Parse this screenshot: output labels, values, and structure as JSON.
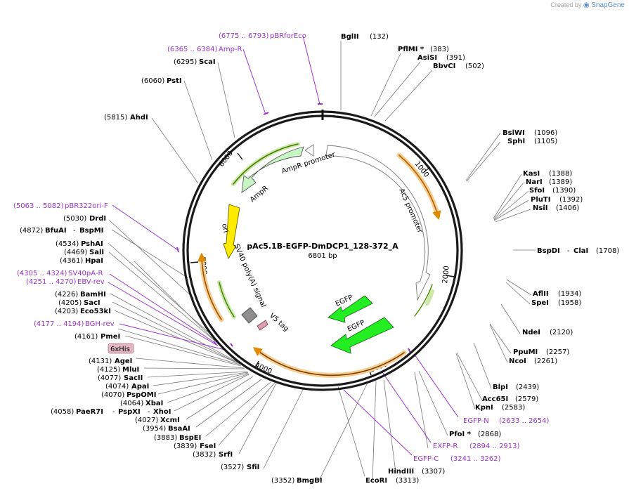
{
  "brand": {
    "prefix": "Created by",
    "name": "SnapGene"
  },
  "plasmid": {
    "name": "pAc5.1B-EGFP-DmDCP1_128-372_A",
    "length_label": "6801 bp"
  },
  "ticks": [
    "1000",
    "2000",
    "3000",
    "4000",
    "5000",
    "6000"
  ],
  "features": {
    "ampr_promoter": "AmpR promoter",
    "ac5_promoter": "Ac5 promoter",
    "ampr": "AmpR",
    "ori": "ori",
    "sv40": "SV40 poly(A) signal",
    "v5": "V5 tag",
    "egfp1": "EGFP",
    "egfp2": "EGFP"
  },
  "labels": {
    "bglii": {
      "name": "BglII",
      "pos": "(132)"
    },
    "pfimi": {
      "name": "PflMI *",
      "pos": "(383)"
    },
    "asisi": {
      "name": "AsiSI",
      "pos": "(391)"
    },
    "bbvci": {
      "name": "BbvCI",
      "pos": "(502)"
    },
    "bsiwi": {
      "name": "BsiWI",
      "pos": "(1096)"
    },
    "sphi": {
      "name": "SphI",
      "pos": "(1105)"
    },
    "kasi": {
      "name": "KasI",
      "pos": "(1388)"
    },
    "nari": {
      "name": "NarI",
      "pos": "(1389)"
    },
    "sfoi": {
      "name": "SfoI",
      "pos": "(1390)"
    },
    "pluti": {
      "name": "PluTI",
      "pos": "(1392)"
    },
    "nsii": {
      "name": "NsiI",
      "pos": "(1406)"
    },
    "bspdi": {
      "name": "BspDI",
      "sep": "-",
      "name2": "ClaI",
      "pos": "(1708)"
    },
    "aflii": {
      "name": "AflII",
      "pos": "(1934)"
    },
    "spei": {
      "name": "SpeI",
      "pos": "(1958)"
    },
    "ndei": {
      "name": "NdeI",
      "pos": "(2120)"
    },
    "ppumi": {
      "name": "PpuMI",
      "pos": "(2257)"
    },
    "ncoi": {
      "name": "NcoI",
      "pos": "(2261)"
    },
    "blpi": {
      "name": "BlpI",
      "pos": "(2439)"
    },
    "acc65i": {
      "name": "Acc65I",
      "pos": "(2579)"
    },
    "kpni": {
      "name": "KpnI",
      "pos": "(2583)"
    },
    "egfpn": {
      "name": "EGFP-N",
      "pos": "(2633 .. 2654)"
    },
    "pfoi": {
      "name": "PfoI *",
      "pos": "(2868)"
    },
    "exfpr": {
      "name": "EXFP-R",
      "pos": "(2894 .. 2913)"
    },
    "egfpc": {
      "name": "EGFP-C",
      "pos": "(3241 .. 3262)"
    },
    "hindiii": {
      "name": "HindIII",
      "pos": "(3307)"
    },
    "ecori": {
      "name": "EcoRI",
      "pos": "(3313)"
    },
    "bmgbi": {
      "name": "BmgBI",
      "pos": "(3352)"
    },
    "sfii": {
      "name": "SfiI",
      "pos": "(3527)"
    },
    "srfi": {
      "name": "SrfI",
      "pos": "(3832)"
    },
    "fsei": {
      "name": "FseI",
      "pos": "(3839)"
    },
    "bspei": {
      "name": "BspEI",
      "pos": "(3883)"
    },
    "bsaai": {
      "name": "BsaAI",
      "pos": "(3954)"
    },
    "xcmi": {
      "name": "XcmI",
      "pos": "(4027)"
    },
    "paer7i": {
      "name": "PaeR7I",
      "sep": "-",
      "name2": "PspXI",
      "sep2": "-",
      "name3": "XhoI",
      "pos": "(4058)"
    },
    "xbai": {
      "name": "XbaI",
      "pos": "(4064)"
    },
    "pspomi": {
      "name": "PspOMI",
      "pos": "(4070)"
    },
    "apai": {
      "name": "ApaI",
      "pos": "(4074)"
    },
    "sacii": {
      "name": "SacII",
      "pos": "(4077)"
    },
    "mlui": {
      "name": "MluI",
      "pos": "(4125)"
    },
    "agei": {
      "name": "AgeI",
      "pos": "(4131)"
    },
    "sixhis": {
      "name": "6xHis"
    },
    "pmei": {
      "name": "PmeI",
      "pos": "(4161)"
    },
    "bghrev": {
      "name": "BGH-rev",
      "pos": "(4177 .. 4194)"
    },
    "eco53ki": {
      "name": "Eco53kI",
      "pos": "(4203)"
    },
    "saci": {
      "name": "SacI",
      "pos": "(4205)"
    },
    "bamhi": {
      "name": "BamHI",
      "pos": "(4226)"
    },
    "ebvrev": {
      "name": "EBV-rev",
      "pos": "(4251 .. 4270)"
    },
    "sv40par": {
      "name": "SV40pA-R",
      "pos": "(4305 .. 4324)"
    },
    "hpai": {
      "name": "HpaI",
      "pos": "(4361)"
    },
    "sali": {
      "name": "SalI",
      "pos": "(4469)"
    },
    "pshai": {
      "name": "PshAI",
      "pos": "(4534)"
    },
    "bfuai": {
      "name": "BfuAI",
      "sep": "-",
      "name2": "BspMI",
      "pos": "(4872)"
    },
    "drdi": {
      "name": "DrdI",
      "pos": "(5030)"
    },
    "pbr322": {
      "name": "pBR322ori-F",
      "pos": "(5063 .. 5082)"
    },
    "ahdi": {
      "name": "AhdI",
      "pos": "(5815)"
    },
    "psti": {
      "name": "PstI",
      "pos": "(6060)"
    },
    "scai": {
      "name": "ScaI",
      "pos": "(6295)"
    },
    "ampr_p": {
      "name": "Amp-R",
      "pos": "(6365 .. 6384)"
    },
    "pbrforeco": {
      "name": "pBRforEco",
      "pos": "(6775 .. 6793)"
    }
  }
}
